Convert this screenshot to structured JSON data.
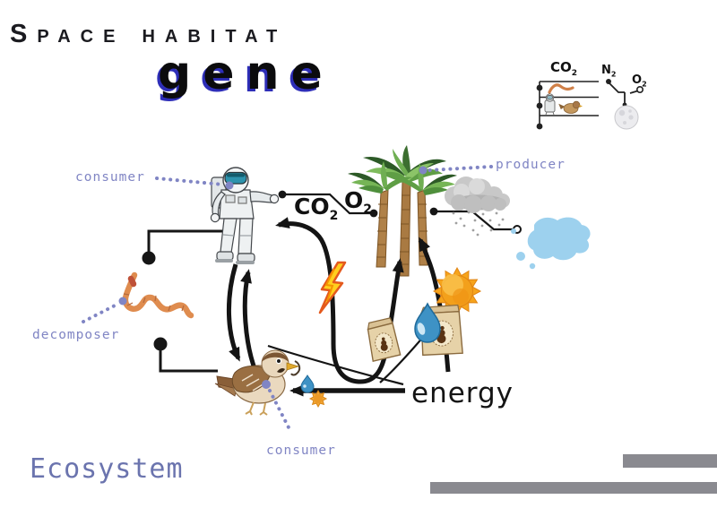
{
  "title": {
    "brand": "Space habitat",
    "logo": "gene"
  },
  "mini_legend": {
    "co2": {
      "main": "CO",
      "sub": "2"
    },
    "n2": {
      "main": "N",
      "sub": "2"
    },
    "o2": {
      "main": "O",
      "sub": "2"
    }
  },
  "diagram": {
    "co2": {
      "main": "CO",
      "sub": "2"
    },
    "o2": {
      "main": "O",
      "sub": "2"
    },
    "labels": {
      "consumer_top": "consumer",
      "producer": "producer",
      "decomposer": "decomposer",
      "consumer_bottom": "consumer",
      "energy": "energy"
    },
    "icons": [
      "astronaut",
      "palm-trees",
      "rain-cloud",
      "water-splash",
      "earthworm",
      "sparrow",
      "lightning-bolt",
      "sun",
      "water-drop",
      "seed-bag-small",
      "seed-bag-large",
      "small-water-drop",
      "small-sun",
      "moon"
    ]
  },
  "footer": {
    "title": "Ecosystem"
  },
  "colors": {
    "label_purple": "#8085c4",
    "footer_purple": "#6b74ae",
    "bar_gray": "#8a8a90",
    "ink": "#141414"
  }
}
